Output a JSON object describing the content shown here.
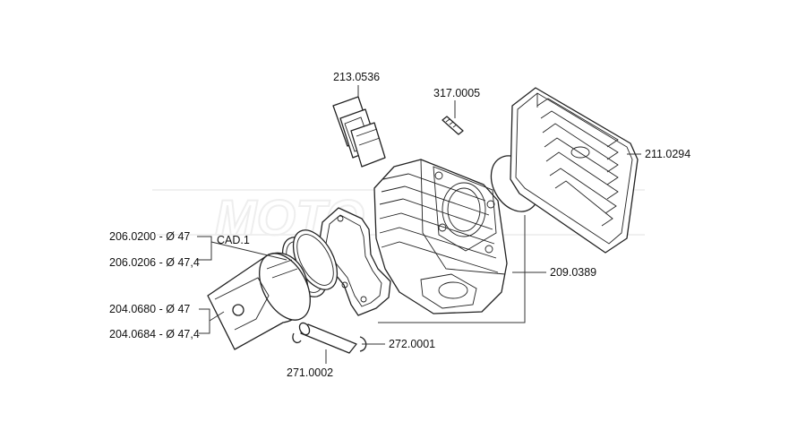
{
  "watermark": "MOTO",
  "labels": {
    "reed_valve": "213.0536",
    "stud": "317.0005",
    "cylinder_head": "211.0294",
    "ring_47": "206.0200 - Ø 47",
    "ring_474": "206.0206 - Ø 47,4",
    "cad": "CAD.1",
    "piston_47": "204.0680 - Ø 47",
    "piston_474": "204.0684 - Ø 47,4",
    "cylinder": "209.0389",
    "clip": "272.0001",
    "pin": "271.0002"
  }
}
